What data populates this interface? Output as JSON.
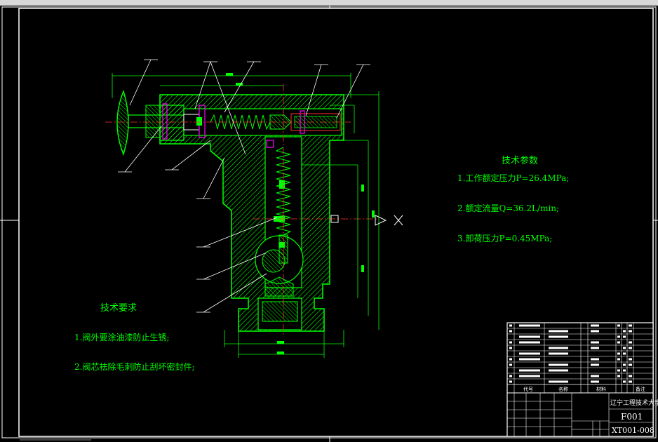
{
  "tech_params": {
    "title": "技术参数",
    "items": [
      "1.工作额定压力P=26.4MPa;",
      "2.额定流量Q=36.2L/min;",
      "3.卸荷压力P=0.45MPa;"
    ]
  },
  "tech_requirements": {
    "title": "技术要求",
    "items": [
      "1.阀外要涂油漆防止生锈;",
      "2.阀芯祛除毛刺防止刮坏密封件;"
    ]
  },
  "title_block": {
    "school": "辽宁工程技术大学",
    "drawing_name": "F001",
    "drawing_number": "XT001-008",
    "bom_header_code": "代号",
    "bom_header_name": "名称",
    "bom_header_material": "材料",
    "bom_header_remark": "备注"
  },
  "colors": {
    "background": "#000000",
    "outline": "#00ff00",
    "frame": "#ffffff",
    "hatch": "#00ff00",
    "centerline": "#ff3030",
    "leader": "#ffffff",
    "dimension": "#00ff00",
    "highlight": "#ff00ff",
    "text": "#00ff00"
  }
}
